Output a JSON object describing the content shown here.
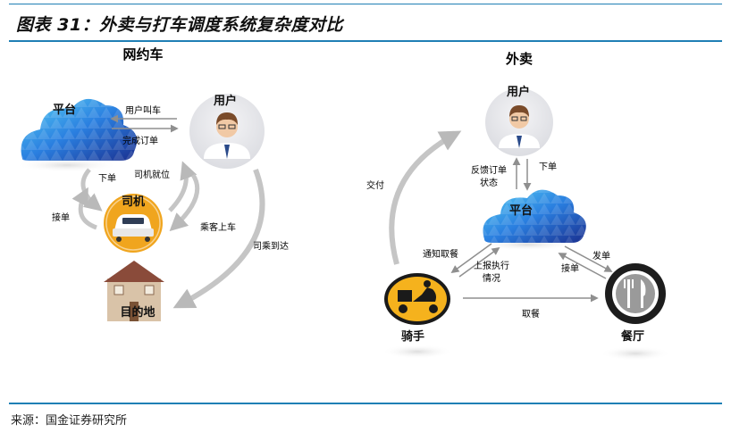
{
  "header": {
    "title": "图表 31：外卖与打车调度系统复杂度对比"
  },
  "footer": {
    "source": "来源：国金证券研究所"
  },
  "ride": {
    "heading": "网约车",
    "nodes": {
      "platform": "平台",
      "user": "用户",
      "driver": "司机",
      "destination": "目的地"
    },
    "edges": {
      "user_call": "用户叫车",
      "complete_order": "完成订单",
      "place_order": "下单",
      "driver_ready": "司机就位",
      "pickup": "接单",
      "board": "乘客上车",
      "arrive": "司乘到达"
    }
  },
  "delivery": {
    "heading": "外卖",
    "nodes": {
      "user": "用户",
      "platform": "平台",
      "rider": "骑手",
      "restaurant": "餐厅"
    },
    "edges": {
      "feedback": "反馈订单",
      "status": "状态",
      "place_order": "下单",
      "deliver": "交付",
      "notify_pickup": "通知取餐",
      "report": "上报执行",
      "situation": "情况",
      "dispatch": "发单",
      "accept": "接单",
      "take_meal": "取餐"
    }
  },
  "colors": {
    "accent": "#1f7fb5",
    "arrow": "#9a9a9a",
    "cloud_dark": "#1a3d9c",
    "cloud_light": "#4fc3f0"
  }
}
